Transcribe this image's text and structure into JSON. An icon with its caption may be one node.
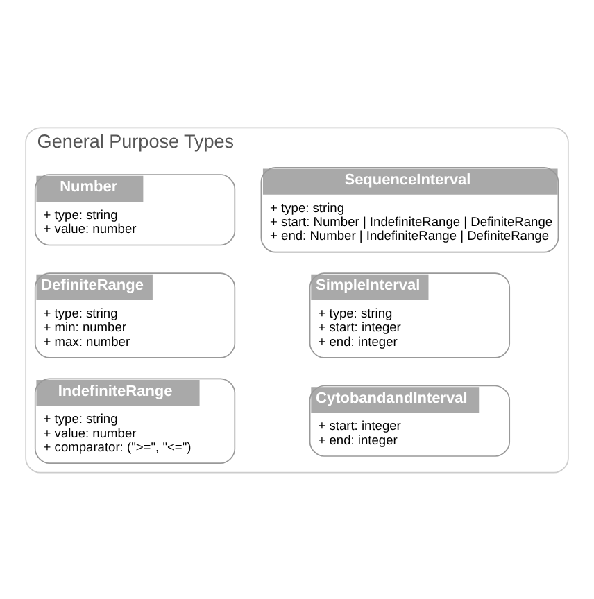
{
  "diagram": {
    "nodes": [
      {
        "text": [
          "General Purpose Types"
        ]
      },
      {
        "text": [
          "SequenceInterval",
          "+ type: string",
          "+ start: Number | IndefiniteRange | DefiniteRange",
          "+ end: Number | IndefiniteRange | DefiniteRange"
        ],
        "in": 0
      },
      {
        "text": [
          "Number",
          "+ type: string",
          "+ value: number"
        ],
        "in": 0
      },
      {
        "text": [
          "DefiniteRange",
          "+ type: string",
          "+ min: number",
          "+ max: number"
        ],
        "in": 0
      },
      {
        "text": [
          "SimpleInterval",
          "+ type: string",
          "+ start: integer",
          "+ end: integer"
        ],
        "in": 0
      },
      {
        "text": [
          "IndefiniteRange",
          "+ type: string",
          "+ value: number",
          "+ comparator: (\">=\", \"<=\")"
        ],
        "in": 0
      },
      {
        "text": [
          "CytobandandInterval",
          "+ start: integer",
          "+ end: integer"
        ],
        "in": 0
      }
    ],
    "edges": []
  }
}
